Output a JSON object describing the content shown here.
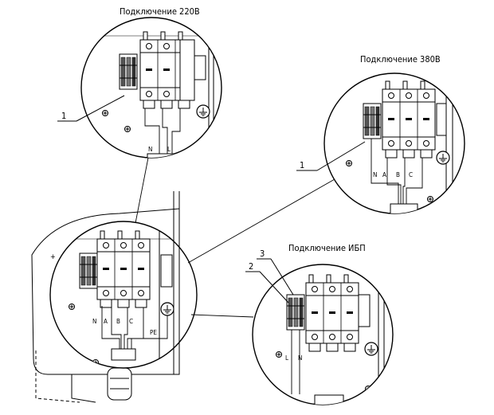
{
  "figure": {
    "views": [
      {
        "id": "220",
        "title": "Подключение 220В",
        "wires": [
          "N",
          "L"
        ]
      },
      {
        "id": "380",
        "title": "Подключение 380В",
        "wires": [
          "N",
          "A",
          "B",
          "C"
        ]
      },
      {
        "id": "ups",
        "title": "Подключение ИБП",
        "wires": [
          "L",
          "N"
        ]
      }
    ],
    "main": {
      "wires": [
        "N",
        "A",
        "B",
        "C"
      ],
      "pe": "PE"
    },
    "callouts": [
      "1",
      "1",
      "2",
      "3"
    ]
  }
}
